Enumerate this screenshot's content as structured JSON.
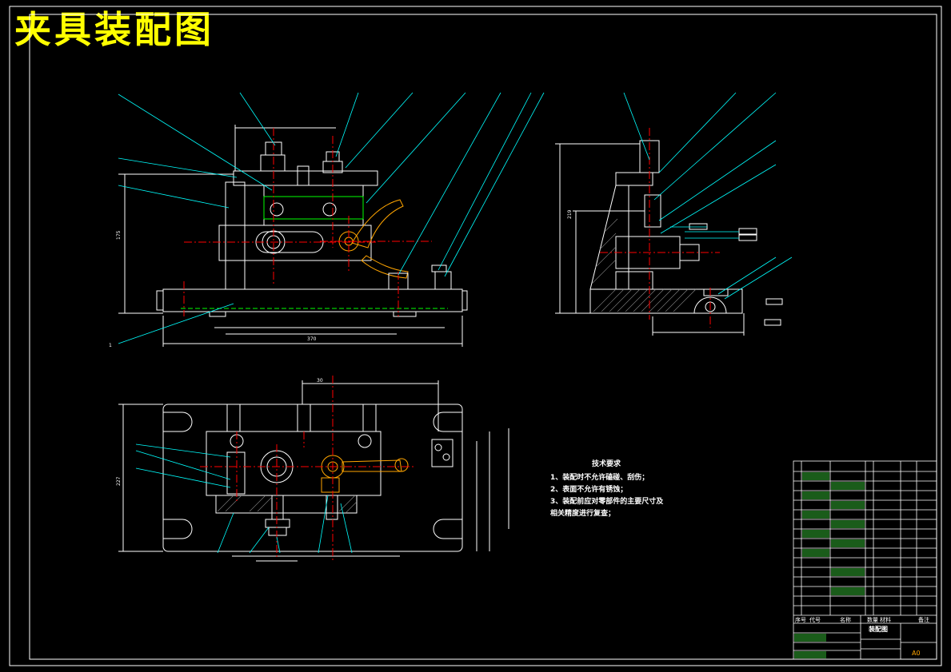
{
  "title": "夹具装配图",
  "tech_requirements": {
    "heading": "技术要求",
    "items": [
      "1、装配时不允许磕碰、刮伤；",
      "2、表面不允许有锈蚀；",
      "3、装配前应对零部件的主要尺寸及",
      "相关精度进行复查；"
    ]
  },
  "title_block": {
    "drawing_name": "装配图",
    "header": [
      "序号",
      "代号",
      "名称",
      "数量",
      "材料",
      "备注"
    ],
    "sheet": "A0"
  },
  "dimensions": {
    "front_width": "370",
    "front_height": "175",
    "side_height": "219",
    "plan_offset": "30",
    "plan_height": "227"
  },
  "colors": {
    "outline": "#ffffff",
    "leader": "#00ffff",
    "center": "#ff0000",
    "highlight": "#00ff00",
    "part": "#ffa500",
    "title": "#ffff00"
  }
}
